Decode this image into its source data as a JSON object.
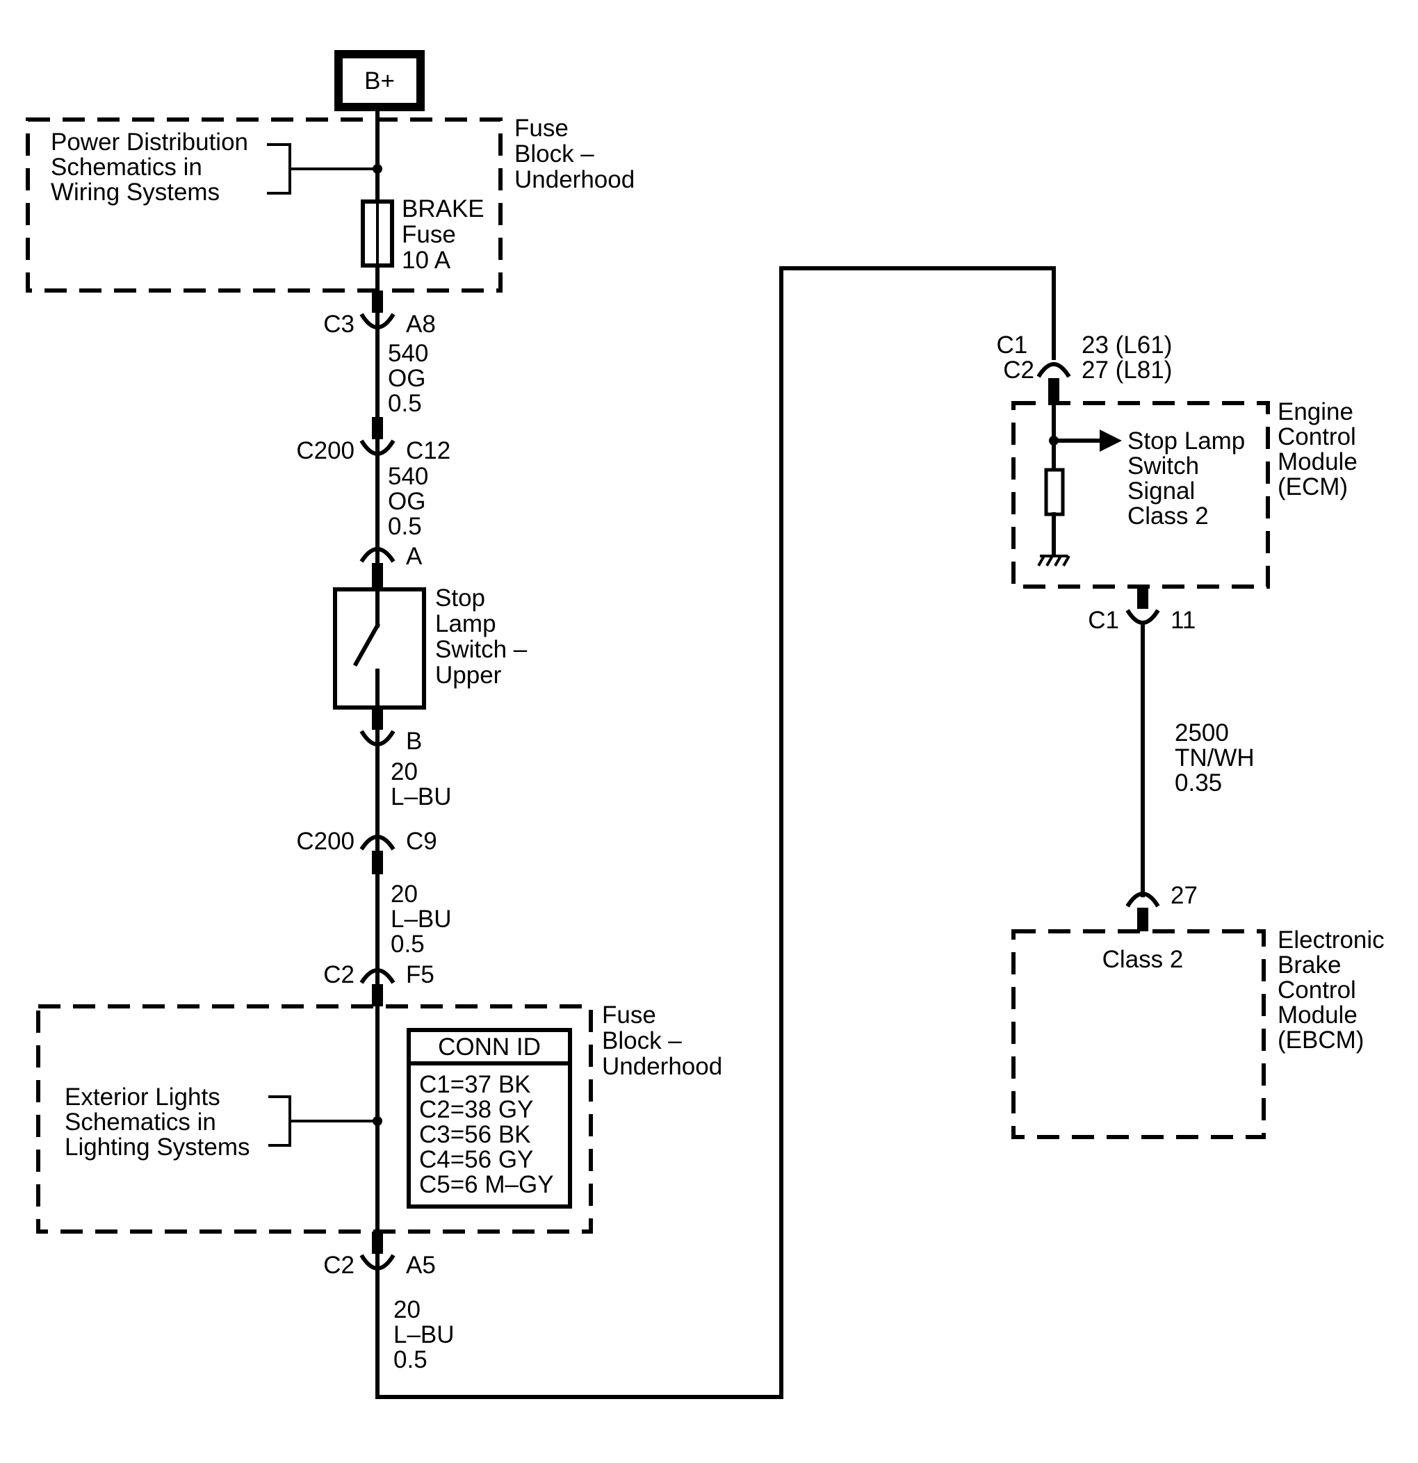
{
  "power_source": "B+",
  "fuse_block_top": {
    "title": [
      "Fuse",
      "Block –",
      "Underhood"
    ],
    "reference": [
      "Power Distribution",
      "Schematics in",
      "Wiring Systems"
    ],
    "fuse": [
      "BRAKE",
      "Fuse",
      "10 A"
    ]
  },
  "conn_c3": {
    "left": "C3",
    "right": "A8"
  },
  "wire_540_a": [
    "540",
    "OG",
    "0.5"
  ],
  "conn_c200_c12": {
    "left": "C200",
    "right": "C12"
  },
  "wire_540_b": [
    "540",
    "OG",
    "0.5"
  ],
  "pin_a": "A",
  "stop_lamp_switch": [
    "Stop",
    "Lamp",
    "Switch –",
    "Upper"
  ],
  "pin_b": "B",
  "wire_20_a": [
    "20",
    "L–BU"
  ],
  "conn_c200_c9": {
    "left": "C200",
    "right": "C9"
  },
  "wire_20_b": [
    "20",
    "L–BU",
    "0.5"
  ],
  "conn_c2_f5": {
    "left": "C2",
    "right": "F5"
  },
  "fuse_block_bottom": {
    "title": [
      "Fuse",
      "Block –",
      "Underhood"
    ],
    "reference": [
      "Exterior Lights",
      "Schematics in",
      "Lighting Systems"
    ],
    "conn_id_title": "CONN ID",
    "conn_id_rows": [
      "C1=37 BK",
      "C2=38 GY",
      "C3=56 BK",
      "C4=56 GY",
      "C5=6 M–GY"
    ]
  },
  "conn_c2_a5": {
    "left": "C2",
    "right": "A5"
  },
  "wire_20_c": [
    "20",
    "L–BU",
    "0.5"
  ],
  "ecm_connector": {
    "left": [
      "C1",
      "C2"
    ],
    "right": [
      "23 (L61)",
      "27 (L81)"
    ]
  },
  "ecm": {
    "title": [
      "Engine",
      "Control",
      "Module",
      "(ECM)"
    ],
    "signal": [
      "Stop Lamp",
      "Switch",
      "Signal",
      "Class 2"
    ]
  },
  "ecm_c1": {
    "left": "C1",
    "right": "11"
  },
  "wire_2500": [
    "2500",
    "TN/WH",
    "0.35"
  ],
  "ebcm_pin": "27",
  "ebcm": {
    "title": [
      "Electronic",
      "Brake",
      "Control",
      "Module",
      "(EBCM)"
    ],
    "inner": "Class 2"
  }
}
